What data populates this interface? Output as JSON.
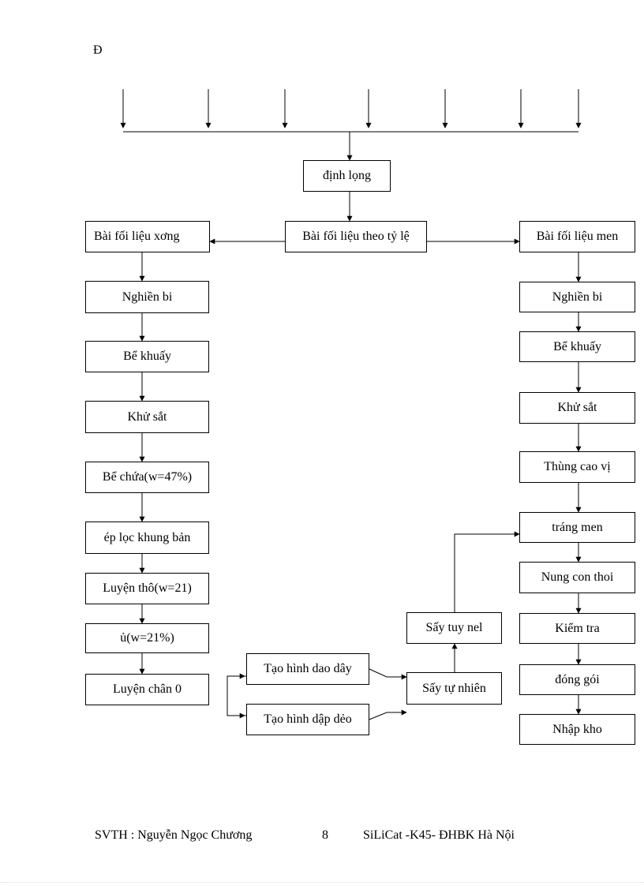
{
  "header": {
    "letter": "Đ"
  },
  "diagram": {
    "top": "định lọng",
    "center": "Bài fối liệu theo tỷ lệ",
    "left_branch": {
      "head": "Bài fối liệu xơng",
      "steps": [
        "Nghiền bi",
        "Bể khuấy",
        "Khử sắt",
        "Bể chứa(w=47%)",
        "ép lọc khung bản",
        "Luyện thô(w=21)",
        "ủ(w=21%)",
        "Luyện chân 0"
      ]
    },
    "right_branch": {
      "head": "Bài fối liệu men",
      "steps": [
        "Nghiền bi",
        "Bể khuấy",
        "Khử sắt",
        "Thùng cao vị",
        "tráng men",
        "Nung con thoi",
        "Kiểm tra",
        "đóng gói",
        "Nhập kho"
      ]
    },
    "forming": {
      "dao_day": "Tạo hình dao dây",
      "dap_deo": "Tạo hình dập dẻo",
      "say_tu_nhien": "Sấy tự nhiên",
      "say_tuy_nel": "Sấy tuy nel"
    }
  },
  "footer": {
    "author": "SVTH : Nguyễn Ngọc Chương",
    "page": "8",
    "org": "SiLiCat -K45- ĐHBK Hà Nội"
  }
}
